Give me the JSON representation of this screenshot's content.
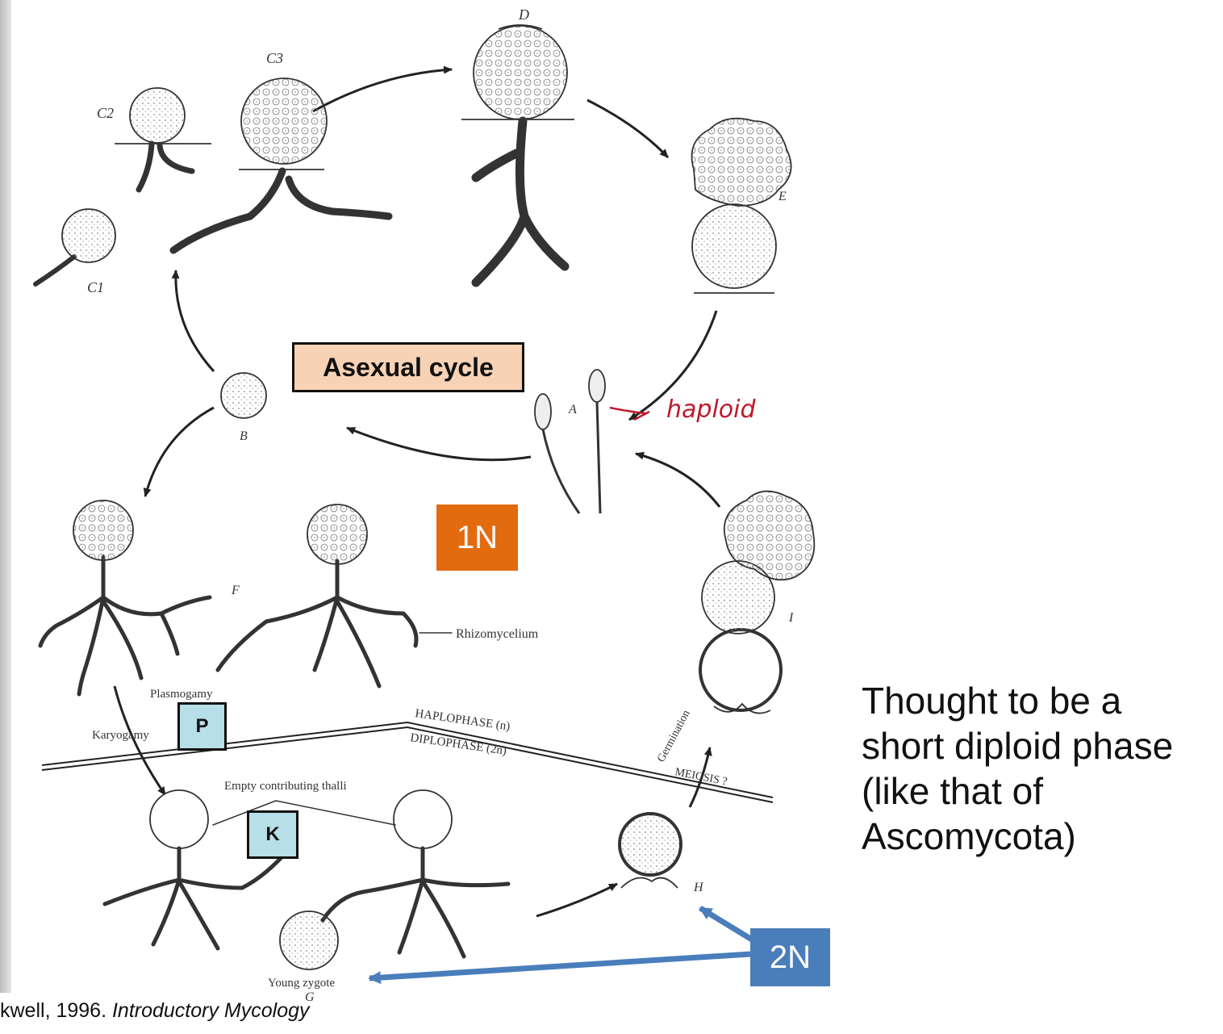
{
  "diagram": {
    "stage_labels": {
      "a": "A",
      "b": "B",
      "c1": "C1",
      "c2": "C2",
      "c3": "C3",
      "d": "D",
      "e": "E",
      "f": "F",
      "g": "G",
      "h": "H",
      "i": "I"
    },
    "labels": {
      "rhizomycelium": "Rhizomycelium",
      "plasmogamy": "Plasmogamy",
      "karyogamy": "Karyogamy",
      "haplophase": "HAPLOPHASE (n)",
      "diplophase": "DIPLOPHASE (2n)",
      "meiosis": "MEIOSIS ?",
      "germination": "Germination",
      "empty_thalli": "Empty contributing thalli",
      "young_zygote": "Young zygote"
    },
    "annotations": {
      "asexual_cycle": "Asexual cycle",
      "n1": "1N",
      "n2": "2N",
      "p": "P",
      "k": "K",
      "haploid_handwritten": "haploid"
    }
  },
  "note": {
    "lines": [
      "Thought to be a",
      "short diploid phase",
      "(like that of",
      "Ascomycota)"
    ]
  },
  "citation": {
    "prefix": "kwell, 1996. ",
    "title": "Introductory Mycology"
  },
  "colors": {
    "asexual_box": "#f7d2b5",
    "n1_box": "#e26b10",
    "n2_box": "#4a7ebb",
    "pk_box": "#b7dfe8",
    "haploid_ink": "#c0182c"
  }
}
